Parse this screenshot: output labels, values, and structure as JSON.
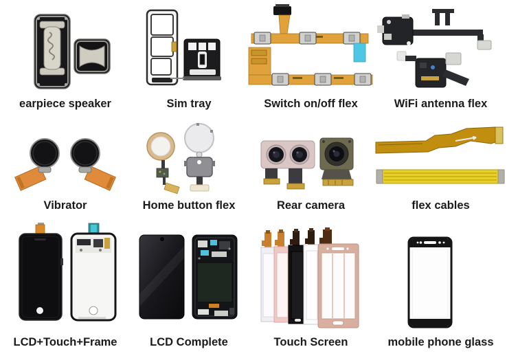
{
  "grid": {
    "items": [
      {
        "label": "earpiece speaker",
        "image": "earpiece-speaker-photo"
      },
      {
        "label": "Sim tray",
        "image": "sim-tray-photo"
      },
      {
        "label": "Switch on/off flex",
        "image": "switch-on-off-flex-photo"
      },
      {
        "label": "WiFi antenna flex",
        "image": "wifi-antenna-flex-photo"
      },
      {
        "label": "Vibrator",
        "image": "vibrator-photo"
      },
      {
        "label": "Home button flex",
        "image": "home-button-flex-photo"
      },
      {
        "label": "Rear camera",
        "image": "rear-camera-photo"
      },
      {
        "label": "flex cables",
        "image": "flex-cables-photo"
      },
      {
        "label": "LCD+Touch+Frame",
        "image": "lcd-touch-frame-photo"
      },
      {
        "label": "LCD Complete",
        "image": "lcd-complete-photo"
      },
      {
        "label": "Touch Screen",
        "image": "touch-screen-photo"
      },
      {
        "label": "mobile phone glass",
        "image": "mobile-phone-glass-photo"
      }
    ]
  },
  "colors": {
    "background": "#ffffff",
    "label_text": "#1b1b1b",
    "flex_ribbon_gold": "#E2A23B",
    "cyan_pull_tab": "#4CC7E5",
    "vibrator_flex_orange": "#E08A3C",
    "main_flex_amber": "#C28E10",
    "lcd_flex_yellow": "#E8D02A",
    "home_button_gold": "#D9BA8C",
    "camera_plate_pink": "#DAC6C4",
    "camera_body_olive": "#6E6A50",
    "touch_panel_pink": "#F0C9C6",
    "touch_panel_rosegold": "#D8AE9E",
    "teal_tab": "#2E9097",
    "lcd_tab_orange": "#D98A2B",
    "part_dark_metal": "#2a2c30"
  }
}
